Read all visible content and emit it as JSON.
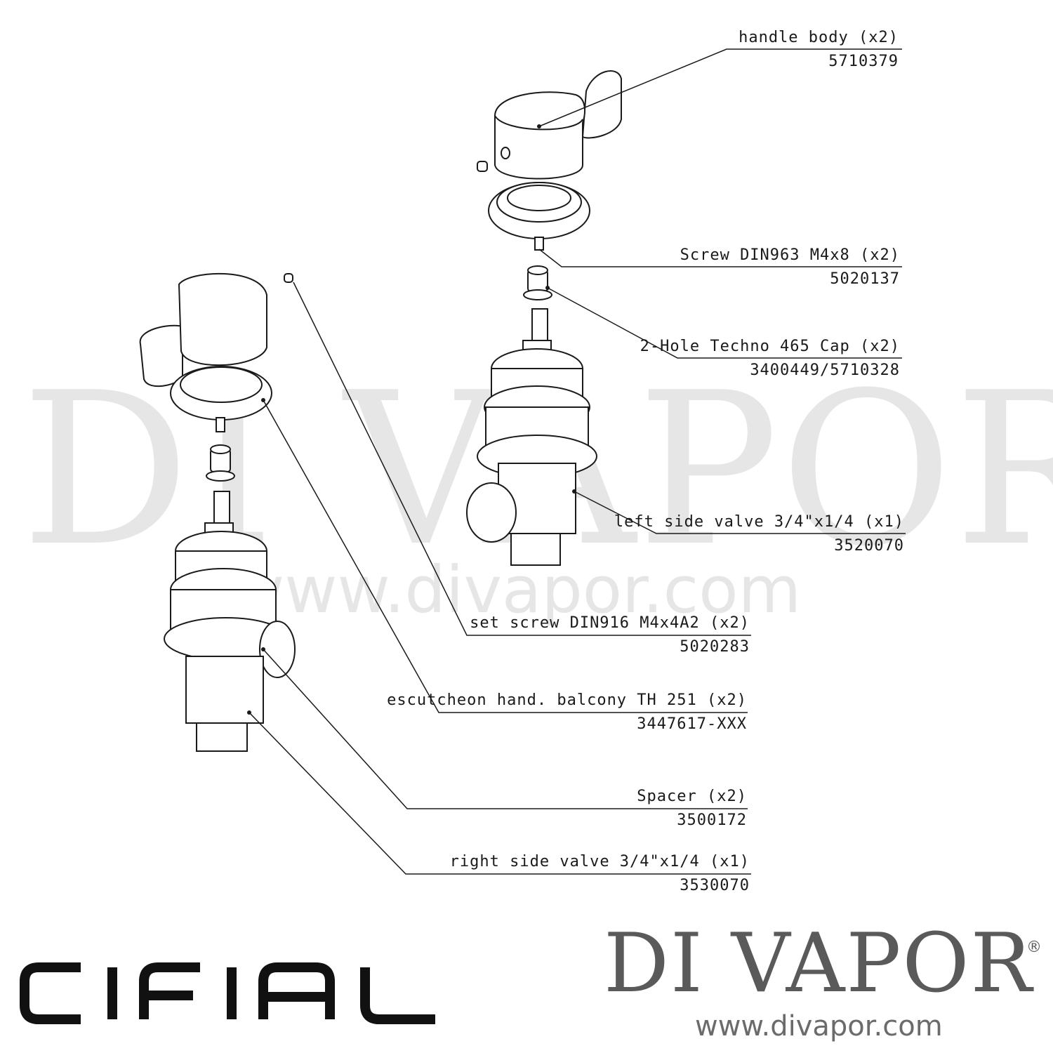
{
  "watermark": {
    "brand": "DI VAPOR",
    "registered": "®",
    "url": "www.divapor.com"
  },
  "parts": [
    {
      "name": "handle body (x2)",
      "code": "5710379"
    },
    {
      "name": "Screw DIN963 M4x8 (x2)",
      "code": "5020137"
    },
    {
      "name": "2-Hole Techno 465 Cap (x2)",
      "code": "3400449/5710328"
    },
    {
      "name": "left side valve 3/4\"x1/4 (x1)",
      "code": "3520070"
    },
    {
      "name": "set screw DIN916 M4x4A2 (x2)",
      "code": "5020283"
    },
    {
      "name": "escutcheon hand. balcony TH 251 (x2)",
      "code": "3447617-XXX"
    },
    {
      "name": "Spacer (x2)",
      "code": "3500172"
    },
    {
      "name": "right side valve 3/4\"x1/4 (x1)",
      "code": "3530070"
    }
  ],
  "logos": {
    "manufacturer": "CIFIAL",
    "retailer": "DI VAPOR",
    "retailer_registered": "®",
    "retailer_url": "www.divapor.com"
  },
  "colors": {
    "line": "#1a1a1a",
    "watermark": "#e6e6e6",
    "retailer_brand": "#5a5a5a"
  }
}
